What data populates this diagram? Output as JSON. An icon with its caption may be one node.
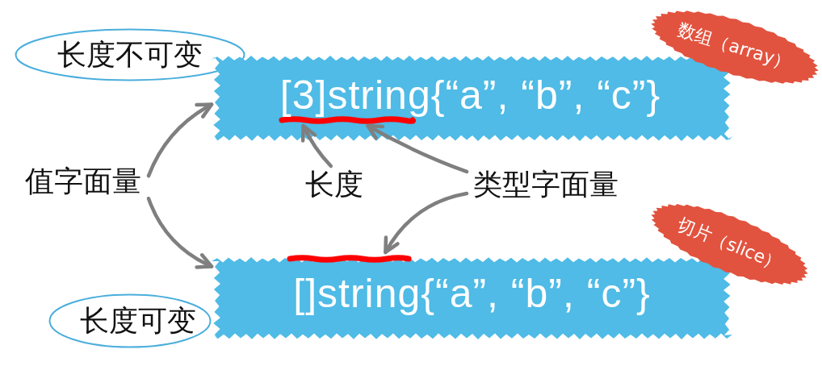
{
  "diagram": {
    "nodes": [
      {
        "text": [
          "长度不可变"
        ]
      },
      {
        "text": [
          "[3]string{“a”, “b”, “c”}"
        ]
      },
      {
        "text": [],
        "shape": "bar",
        "in": 1
      },
      {
        "text": [
          "数组（array）"
        ]
      },
      {
        "text": [
          "值字面量"
        ]
      },
      {
        "text": [
          "长度"
        ]
      },
      {
        "text": [
          "类型字面量"
        ]
      },
      {
        "text": [
          "切片（slice）"
        ]
      },
      {
        "text": [],
        "shape": "bar"
      },
      {
        "text": [
          "[]string{“a”, “b”, “c”}"
        ]
      },
      {
        "text": [
          "长度可变"
        ]
      }
    ],
    "edges": [
      {
        "from": 4,
        "to": 1,
        "arrow": "to"
      },
      {
        "from": 4,
        "to": 9,
        "arrow": "to"
      },
      {
        "from": 5,
        "to": 2,
        "arrow": "to"
      },
      {
        "from": 6,
        "to": 2,
        "arrow": "to"
      },
      {
        "from": 6,
        "to": 8,
        "arrow": "to"
      }
    ]
  }
}
